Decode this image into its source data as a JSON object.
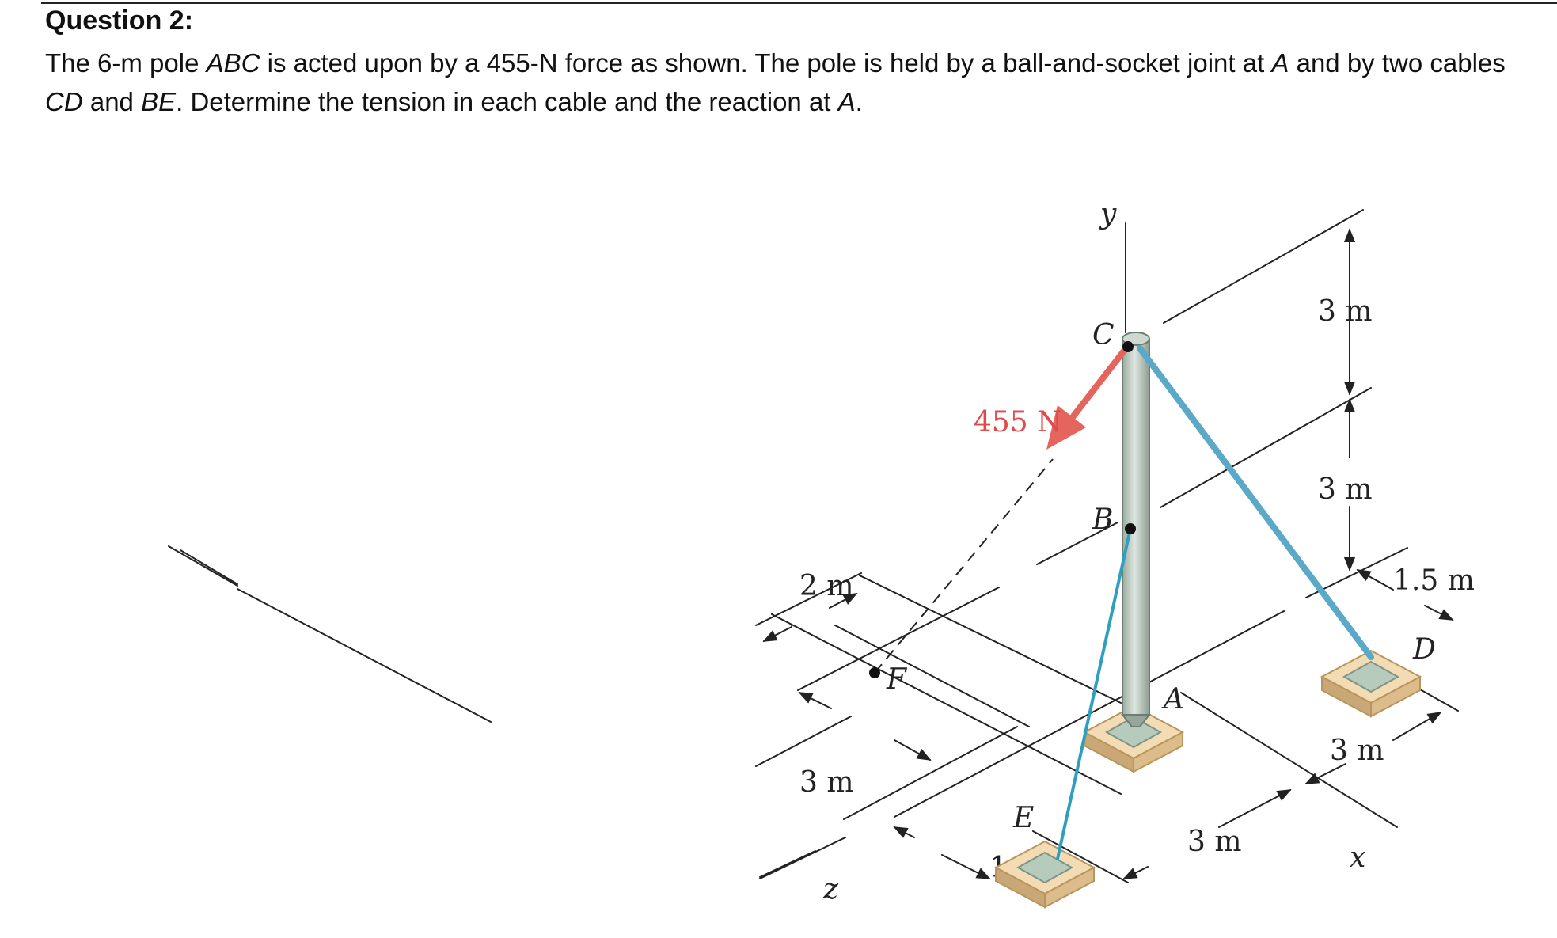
{
  "question": {
    "title": "Question 2:",
    "seg1": "The 6-m pole ",
    "seg2": "ABC",
    "seg3": " is acted upon by a 455-N force as shown.  The pole is held by a ball-and-socket joint at ",
    "seg4": "A",
    "seg5": " and by two cables ",
    "seg6": "CD",
    "seg7": " and ",
    "seg8": "BE",
    "seg9": ".  Determine the tension in each cable and the reaction at ",
    "seg10": "A",
    "seg11": "."
  },
  "figure": {
    "axes": {
      "x": "x",
      "y": "y",
      "z": "z"
    },
    "points": {
      "A": "A",
      "B": "B",
      "C": "C",
      "D": "D",
      "E": "E",
      "F": "F"
    },
    "force_label": "455 N",
    "dims": {
      "left_top": "2 m",
      "left_bottom": "3 m",
      "front_left": "1.5 m",
      "front_right": "3 m",
      "right_bottom": "3 m",
      "right_top": "1.5 m",
      "vert_upper": "3 m",
      "vert_lower": "3 m"
    },
    "colors": {
      "force": "#e4645e",
      "cable": "#5aa9c9",
      "cable_be": "#2f9fc0",
      "pole": "#a8b8ad",
      "base": "#d9b88a"
    }
  }
}
